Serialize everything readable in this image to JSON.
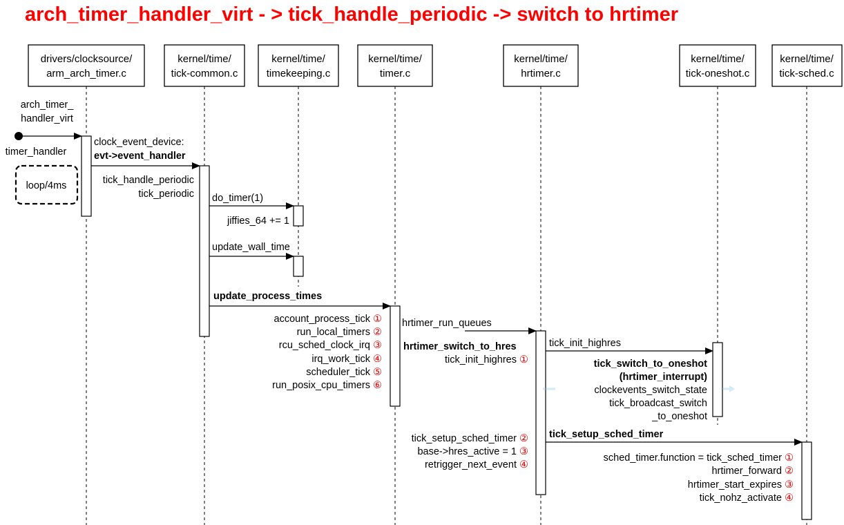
{
  "title": "arch_timer_handler_virt  - > tick_handle_periodic -> switch to hrtimer",
  "participants": [
    {
      "line1": "drivers/clocksource/",
      "line2": "arm_arch_timer.c"
    },
    {
      "line1": "kernel/time/",
      "line2": "tick-common.c"
    },
    {
      "line1": "kernel/time/",
      "line2": "timekeeping.c"
    },
    {
      "line1": "kernel/time/",
      "line2": "timer.c"
    },
    {
      "line1": "kernel/time/",
      "line2": "hrtimer.c"
    },
    {
      "line1": "kernel/time/",
      "line2": "tick-oneshot.c"
    },
    {
      "line1": "kernel/time/",
      "line2": "tick-sched.c"
    }
  ],
  "entry": {
    "line1": "arch_timer_",
    "line2": "handler_virt",
    "below": "timer_handler",
    "loop": "loop/4ms"
  },
  "msg_evt": {
    "line1": "clock_event_device:",
    "line2": "evt->event_handler"
  },
  "periodic": {
    "line1": "tick_handle_periodic",
    "line2": "tick_periodic"
  },
  "msg_do_timer": "do_timer(1)",
  "jiffies": "jiffies_64 += 1",
  "msg_update_wall": "update_wall_time",
  "msg_update_process": "update_process_times",
  "timer_calls": [
    {
      "text": "account_process_tick",
      "num": "①"
    },
    {
      "text": "run_local_timers",
      "num": "②"
    },
    {
      "text": "rcu_sched_clock_irq",
      "num": "③"
    },
    {
      "text": "irq_work_tick",
      "num": "④"
    },
    {
      "text": "scheduler_tick",
      "num": "⑤"
    },
    {
      "text": "run_posix_cpu_timers",
      "num": "⑥"
    }
  ],
  "msg_hrtimer_run": "hrtimer_run_queues",
  "hrtimer_switch": "hrtimer_switch_to_hres",
  "hrtimer_first": {
    "text": "tick_init_highres",
    "num": "①"
  },
  "hrtimer_calls": [
    {
      "text": "tick_setup_sched_timer",
      "num": "②"
    },
    {
      "text": "base->hres_active = 1",
      "num": "③"
    },
    {
      "text": "retrigger_next_event",
      "num": "④"
    }
  ],
  "msg_tick_init": "tick_init_highres",
  "oneshot": {
    "bold1": "tick_switch_to_oneshot",
    "bold2": "(hrtimer_interrupt)",
    "line3": "clockevents_switch_state",
    "line4": "tick_broadcast_switch",
    "line5": "_to_oneshot"
  },
  "msg_setup_sched": "tick_setup_sched_timer",
  "sched_calls": [
    {
      "text": "sched_timer.function = tick_sched_timer",
      "num": "①"
    },
    {
      "text": "hrtimer_forward",
      "num": "②"
    },
    {
      "text": "hrtimer_start_expires",
      "num": "③"
    },
    {
      "text": "tick_nohz_activate",
      "num": "④"
    }
  ],
  "colors": {
    "title": "#ff0000",
    "numbers": "#e00000"
  }
}
